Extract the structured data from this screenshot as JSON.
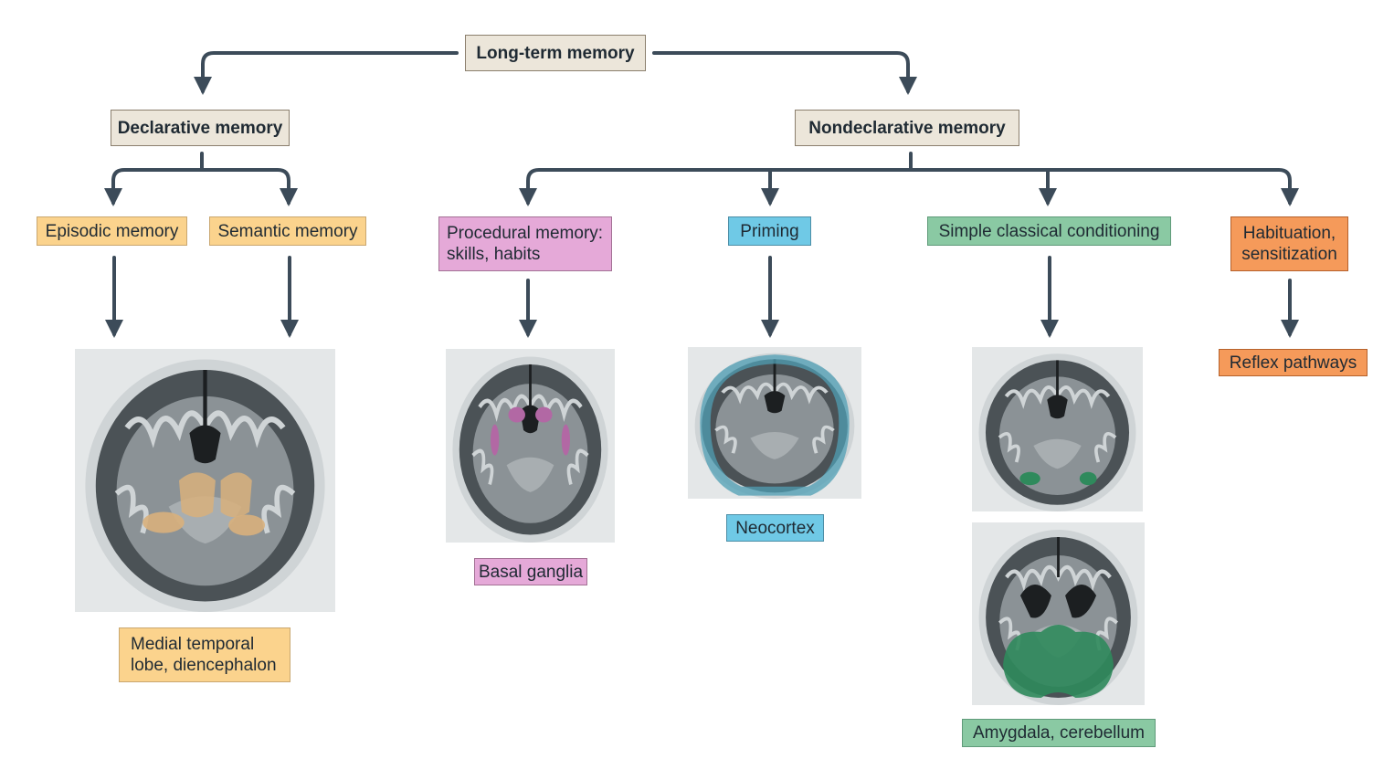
{
  "colors": {
    "line": "#3c4b59",
    "category": "#ece6da",
    "declarative": "#fbd38d",
    "procedural": "#e5a9d8",
    "priming": "#6fc9e6",
    "conditioning": "#8ac9a3",
    "habituation": "#f59a5a",
    "tissue_dark": "#4b5256",
    "tissue_mid": "#8b9296",
    "tissue_light": "#cfd4d6",
    "ventricle": "#1c1f21",
    "highlight_declarative": "#d8b07c",
    "highlight_procedural": "#b268a4",
    "highlight_priming": "#4f9fb4",
    "highlight_conditioning": "#2f8a5c"
  },
  "root": {
    "label": "Long-term memory"
  },
  "declarative": {
    "label": "Declarative memory",
    "episodic": "Episodic memory",
    "semantic": "Semantic memory",
    "region_line1": "Medial temporal",
    "region_line2": "lobe, diencephalon",
    "brain_icon": "coronal-brain-mri"
  },
  "nondeclarative": {
    "label": "Nondeclarative memory",
    "procedural": {
      "label_line1": "Procedural memory:",
      "label_line2": "skills, habits",
      "region": "Basal ganglia"
    },
    "priming": {
      "label": "Priming",
      "region": "Neocortex"
    },
    "conditioning": {
      "label": "Simple classical conditioning",
      "region": "Amygdala, cerebellum"
    },
    "habituation": {
      "label_line1": "Habituation,",
      "label_line2": "sensitization",
      "region": "Reflex pathways"
    }
  }
}
